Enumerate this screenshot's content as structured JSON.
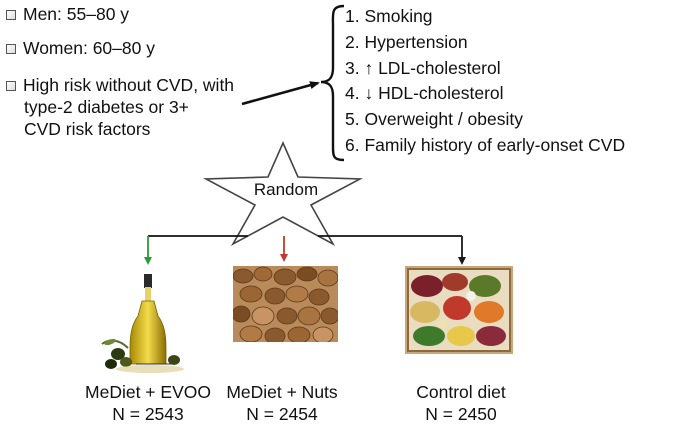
{
  "criteria": [
    {
      "lines": [
        "Men: 55–80 y"
      ]
    },
    {
      "lines": [
        "Women: 60–80 y"
      ]
    },
    {
      "lines": [
        "High risk without CVD, with",
        "type-2 diabetes or  3+",
        "CVD risk factors"
      ]
    }
  ],
  "risk_factors": [
    "1. Smoking",
    "2. Hypertension",
    "3. ↑ LDL-cholesterol",
    "4. ↓ HDL-cholesterol",
    "5. Overweight / obesity",
    "6. Family history of early-onset CVD"
  ],
  "random_label": "Random",
  "arms": [
    {
      "name": "MeDiet + EVOO",
      "n": "N = 2543",
      "arrow_color": "#2e9a3a"
    },
    {
      "name": "MeDiet + Nuts",
      "n": "N = 2454",
      "arrow_color": "#c0392b"
    },
    {
      "name": "Control diet",
      "n": "N = 2450",
      "arrow_color": "#1a1a1a"
    }
  ]
}
